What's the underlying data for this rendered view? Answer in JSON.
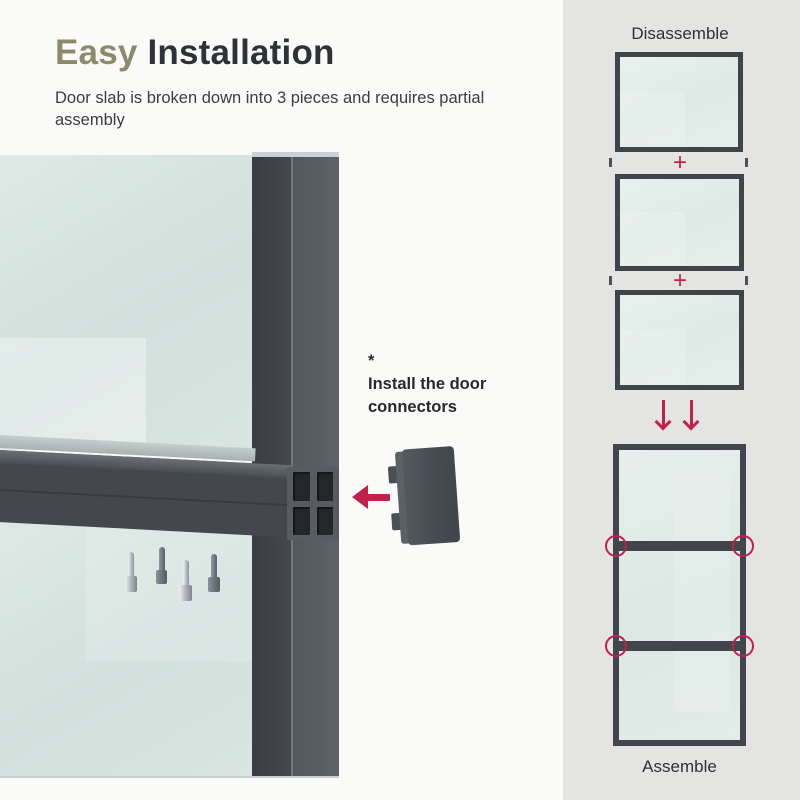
{
  "header": {
    "title_accent_word": "Easy",
    "title_rest": " Installation",
    "subtitle": "Door slab is broken down into 3 pieces and requires partial assembly"
  },
  "note": {
    "star": "*",
    "line1": "Install the door",
    "line2": "connectors"
  },
  "sidebar": {
    "disassemble_label": "Disassemble",
    "assemble_label": "Assemble",
    "plus": "+"
  },
  "icons": {
    "left_arrow": "arrow-left",
    "down_arrow": "arrow-down",
    "plus": "+"
  },
  "colors": {
    "accent": "#c2204a",
    "title_accent": "#8b8b6b",
    "frame": "#42464c",
    "glass": "#d8e5e1",
    "sidebar_bg": "#e4e4e2",
    "text": "#2e3135",
    "page_bg": "#fafaf9"
  }
}
